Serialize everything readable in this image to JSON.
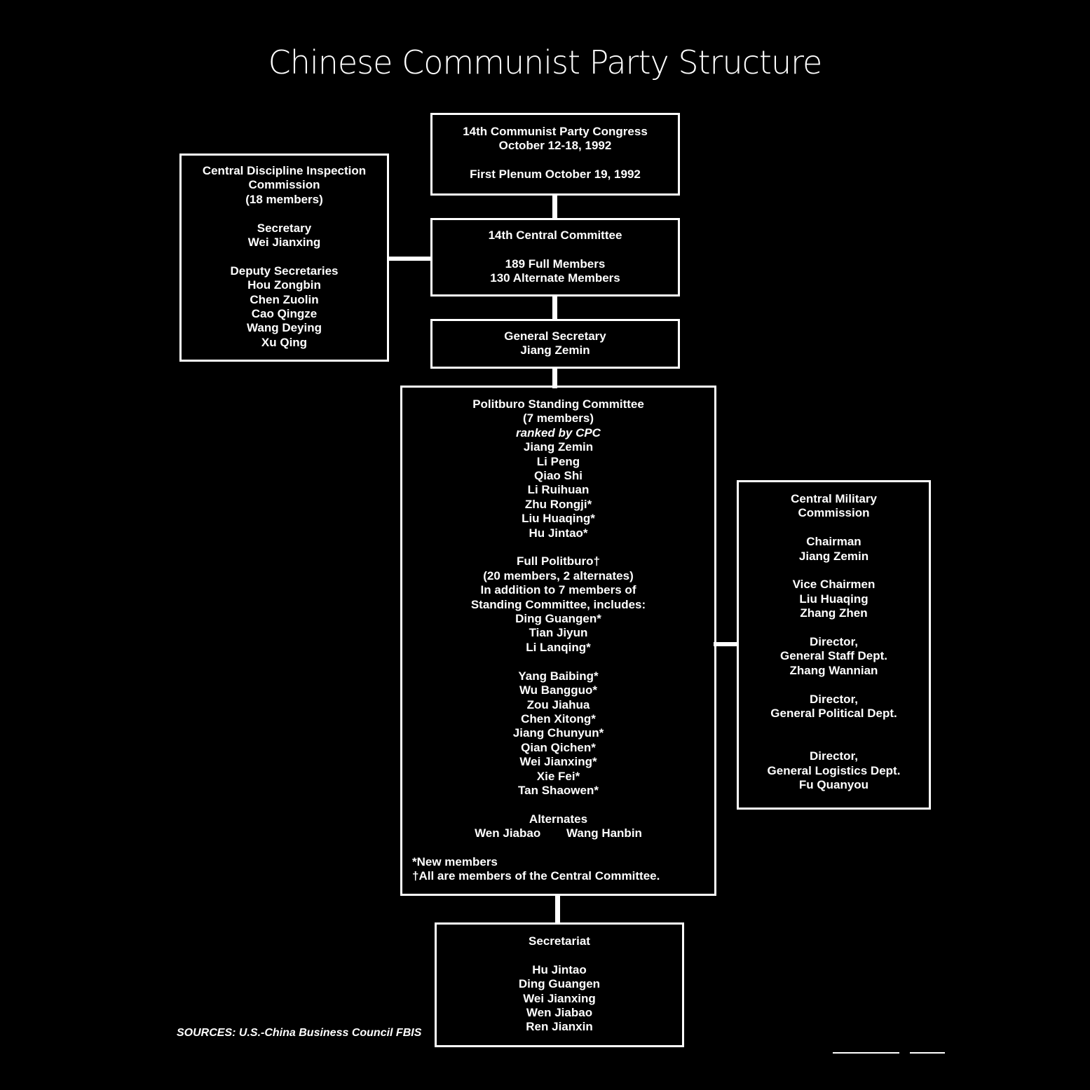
{
  "title": "Chinese Communist Party Structure",
  "congress": {
    "lines": [
      "14th Communist Party Congress",
      "October 12-18, 1992",
      "",
      "First Plenum October 19, 1992"
    ]
  },
  "discipline": {
    "lines": [
      "Central Discipline Inspection",
      "Commission",
      "(18 members)",
      "",
      "Secretary",
      "Wei Jianxing",
      "",
      "Deputy Secretaries",
      "Hou Zongbin",
      "Chen Zuolin",
      "Cao Qingze",
      "Wang Deying",
      "Xu Qing"
    ]
  },
  "central_committee": {
    "lines": [
      "14th Central Committee",
      "",
      "189 Full Members",
      "130 Alternate Members"
    ]
  },
  "general_secretary": {
    "lines": [
      "General Secretary",
      "Jiang Zemin"
    ]
  },
  "politburo": {
    "lines": [
      "Politburo Standing Committee",
      "(7 members)",
      "ranked by CPC",
      "Jiang Zemin",
      "Li Peng",
      "Qiao Shi",
      "Li Ruihuan",
      "Zhu Rongji*",
      "Liu Huaqing*",
      "Hu Jintao*",
      "",
      "Full Politburo†",
      "(20 members, 2 alternates)",
      "In addition to 7 members of",
      "Standing Committee, includes:",
      "Ding Guangen*",
      "Tian Jiyun",
      "Li Lanqing*",
      "",
      "Yang Baibing*",
      "Wu Bangguo*",
      "Zou Jiahua",
      "Chen Xitong*",
      "Jiang Chunyun*",
      "Qian Qichen*",
      "Wei Jianxing*",
      "Xie Fei*",
      "Tan Shaowen*",
      "",
      "Alternates"
    ],
    "alternates": [
      "Wen Jiabao",
      "Wang Hanbin"
    ],
    "notes": [
      "*New members",
      "†All are members of the Central Committee."
    ]
  },
  "military": {
    "lines": [
      "Central Military",
      "Commission",
      "",
      "Chairman",
      "Jiang Zemin",
      "",
      "Vice Chairmen",
      "Liu Huaqing",
      "Zhang Zhen",
      "",
      "Director,",
      "General Staff Dept.",
      "Zhang Wannian",
      "",
      "Director,",
      "General Political Dept.",
      "",
      "",
      "Director,",
      "General Logistics Dept.",
      "Fu Quanyou"
    ]
  },
  "secretariat": {
    "lines": [
      "Secretariat",
      "",
      "Hu Jintao",
      "Ding Guangen",
      "Wei Jianxing",
      "Wen Jiabao",
      "Ren Jianxin"
    ]
  },
  "sources": "SOURCES: U.S.-China Business Council  FBIS"
}
